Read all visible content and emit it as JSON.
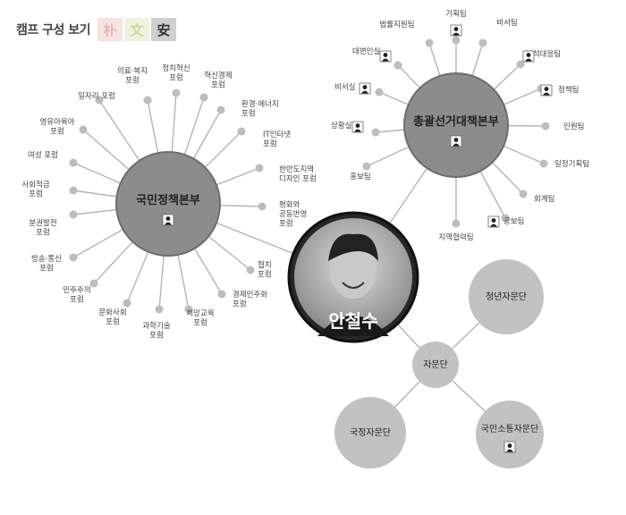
{
  "header": {
    "title": "캠프 구성 보기",
    "candidates": [
      "朴",
      "文",
      "安"
    ]
  },
  "center": {
    "name": "안철수"
  },
  "hubs": [
    {
      "name": "국민정책본부",
      "has_photo": true,
      "children": [
        {
          "label": "의료·복지\n포럼"
        },
        {
          "label": "정치혁신\n포럼"
        },
        {
          "label": "혁신경제\n포럼"
        },
        {
          "label": "환경·에너지\n포럼"
        },
        {
          "label": "IT인터넷\n포럼"
        },
        {
          "label": "한반도지역\n디자인 포럼"
        },
        {
          "label": "평화와\n공동번영\n포럼"
        },
        {
          "label": "협치\n포럼"
        },
        {
          "label": "경제민주화\n포럼"
        },
        {
          "label": "희망교육\n포럼"
        },
        {
          "label": "과학기술\n포럼"
        },
        {
          "label": "문화사회\n포럼"
        },
        {
          "label": "민주주의\n포럼"
        },
        {
          "label": "방송·통신\n포럼"
        },
        {
          "label": "분권발전\n포럼"
        },
        {
          "label": "사회적금\n포럼"
        },
        {
          "label": "여성 포럼"
        },
        {
          "label": "영유아육아\n포럼"
        },
        {
          "label": "일자리 포럼"
        }
      ]
    },
    {
      "name": "총괄선거대책본부",
      "has_photo": true,
      "children": [
        {
          "label": "기획팀",
          "photo": true
        },
        {
          "label": "비서팀"
        },
        {
          "label": "분석대응팀",
          "photo": true
        },
        {
          "label": "정책팀",
          "photo": true
        },
        {
          "label": "민원팀"
        },
        {
          "label": "일정기획팀"
        },
        {
          "label": "회계팀"
        },
        {
          "label": "공보팀",
          "photo": true
        },
        {
          "label": "지역협력팀"
        },
        {
          "label": "홍보팀"
        },
        {
          "label": "상황실",
          "photo": true
        },
        {
          "label": "비서실",
          "photo": true
        },
        {
          "label": "대변인실",
          "photo": true
        },
        {
          "label": "법률지원팀"
        }
      ]
    }
  ],
  "advisory": {
    "hub": "자문단",
    "groups": [
      {
        "label": "청년자문단",
        "photo": false
      },
      {
        "label": "국정자문단",
        "photo": false
      },
      {
        "label": "국민소통자문단",
        "photo": true
      }
    ]
  }
}
